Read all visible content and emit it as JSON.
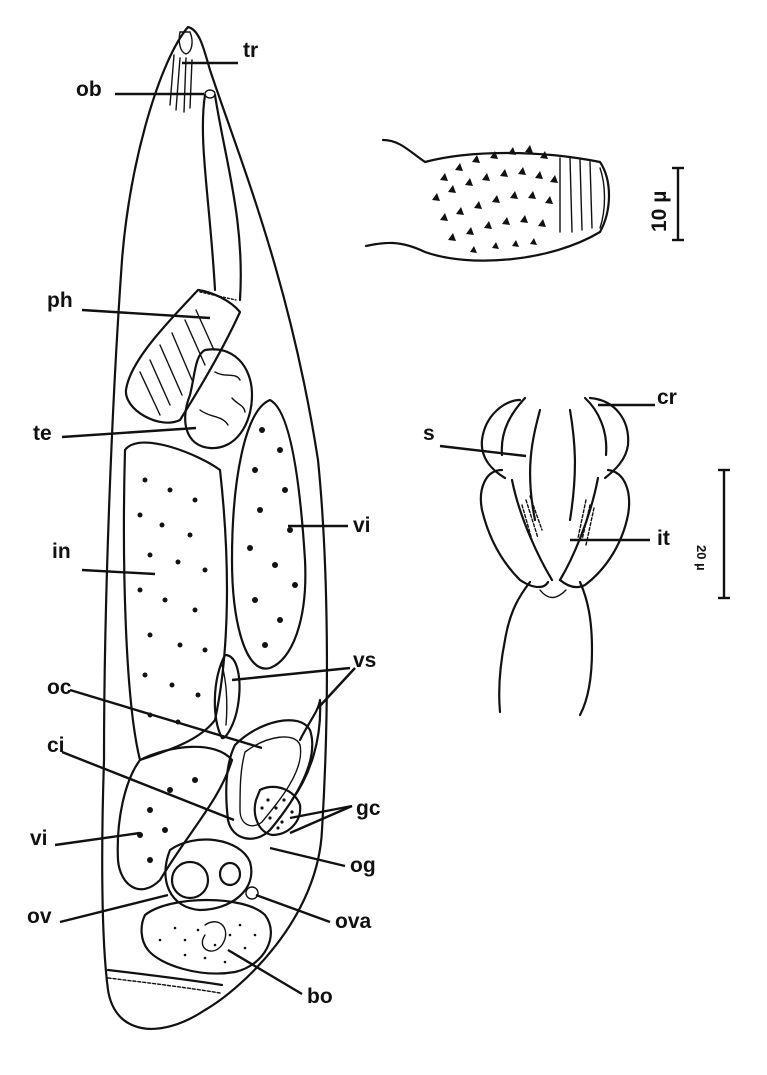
{
  "labels": {
    "tr": "tr",
    "ob": "ob",
    "ph": "ph",
    "te": "te",
    "in": "in",
    "vi_upper": "vi",
    "vs": "vs",
    "oc": "oc",
    "ci": "ci",
    "gc": "gc",
    "vi_lower": "vi",
    "og": "og",
    "ov": "ov",
    "ova": "ova",
    "bo": "bo",
    "cr": "cr",
    "s": "s",
    "it": "it"
  },
  "scale_bars": {
    "spine_detail": "10 µ",
    "copulatory_detail": "20 µ"
  }
}
